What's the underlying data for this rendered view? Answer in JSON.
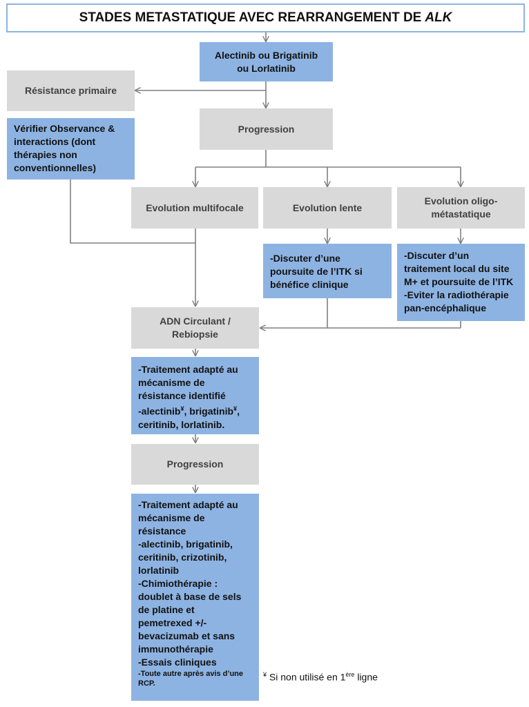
{
  "title": {
    "prefix": "STADES METASTATIQUE AVEC REARRANGEMENT DE",
    "italic": "ALK"
  },
  "boxes": {
    "first_line": [
      "Alectinib ou Brigatinib",
      "ou Lorlatinib"
    ],
    "primary_resistance": "Résistance primaire",
    "verify": [
      "Vérifier Observance &",
      "interactions (dont",
      "thérapies non",
      "conventionnelles)"
    ],
    "progression_1": "Progression",
    "multifocal": "Evolution multifocale",
    "slow": "Evolution lente",
    "oligo": [
      "Evolution oligo-",
      "métastatique"
    ],
    "slow_action": [
      "-Discuter d’une",
      "poursuite de l’ITK si",
      "bénéfice clinique"
    ],
    "oligo_action": [
      "-Discuter d’un",
      "traitement local du site",
      "M+ et poursuite de l’ITK",
      "-Eviter la radiothérapie",
      "pan-encéphalique"
    ],
    "ctdna": [
      "ADN Circulant /",
      "Rebiopsie"
    ],
    "second_line": {
      "l1": "-Traitement adapté au",
      "l2": "mécanisme de",
      "l3": "résistance identifié",
      "l4a": "-alectinib",
      "mark": "¥",
      "l4b": ", brigatinib",
      "l4c": ",",
      "l5": "ceritinib, lorlatinib."
    },
    "progression_2": "Progression",
    "third_line": [
      "-Traitement adapté au",
      "mécanisme de",
      "résistance",
      "-alectinib, brigatinib,",
      "ceritinib, crizotinib,",
      "lorlatinib",
      "-Chimiothérapie :",
      "doublet à base de sels",
      "de platine et",
      "pemetrexed +/-",
      "bevacizumab et sans",
      "immunothérapie",
      "-Essais cliniques"
    ],
    "third_line_small": [
      "-Toute autre après avis d’une",
      "RCP."
    ]
  },
  "footnote": {
    "mark": "¥",
    "text": " Si non utilisé en 1",
    "sup": "ère",
    "after": " ligne"
  },
  "colors": {
    "blue": "#8db3e2",
    "gray": "#d9d9d9",
    "arrow": "#7f7f7f"
  }
}
